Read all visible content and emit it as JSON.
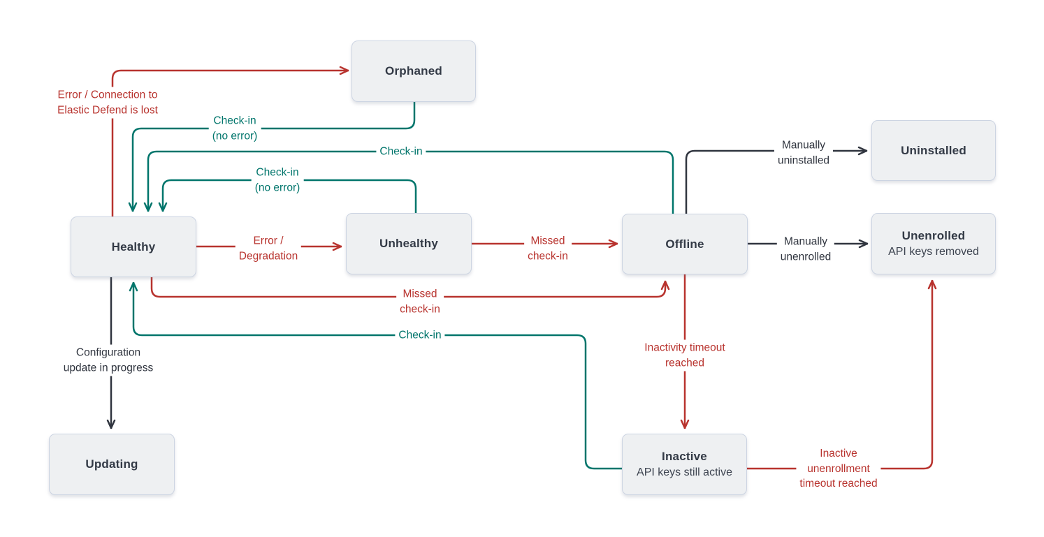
{
  "diagram_type": "state-diagram",
  "subject": "Elastic Agent status states",
  "colors": {
    "error": "#b8332e",
    "success": "#00756b",
    "neutral": "#30353f",
    "node_fill": "#eef0f2",
    "node_border": "#ccd4e2",
    "node_text": "#333a46",
    "node_subtext": "#3d4450",
    "background": "#ffffff"
  },
  "nodes": {
    "orphaned": {
      "label": "Orphaned"
    },
    "uninstalled": {
      "label": "Uninstalled"
    },
    "healthy": {
      "label": "Healthy"
    },
    "unhealthy": {
      "label": "Unhealthy"
    },
    "offline": {
      "label": "Offline"
    },
    "unenrolled": {
      "label": "Unenrolled",
      "sublabel": "API keys removed"
    },
    "updating": {
      "label": "Updating"
    },
    "inactive": {
      "label": "Inactive",
      "sublabel": "API keys still active"
    }
  },
  "edges": {
    "healthy_to_orphaned": {
      "from": "healthy",
      "to": "orphaned",
      "color": "error",
      "lines": [
        "Error / Connection to",
        "Elastic Defend is lost"
      ]
    },
    "orphaned_to_healthy": {
      "from": "orphaned",
      "to": "healthy",
      "color": "success",
      "lines": [
        "Check-in",
        "(no error)"
      ]
    },
    "offline_to_healthy": {
      "from": "offline",
      "to": "healthy",
      "color": "success",
      "lines": [
        "Check-in"
      ]
    },
    "unhealthy_to_healthy": {
      "from": "unhealthy",
      "to": "healthy",
      "color": "success",
      "lines": [
        "Check-in",
        "(no error)"
      ]
    },
    "healthy_to_unhealthy": {
      "from": "healthy",
      "to": "unhealthy",
      "color": "error",
      "lines": [
        "Error /",
        "Degradation"
      ]
    },
    "unhealthy_to_offline": {
      "from": "unhealthy",
      "to": "offline",
      "color": "error",
      "lines": [
        "Missed",
        "check-in"
      ]
    },
    "healthy_to_offline": {
      "from": "healthy",
      "to": "offline",
      "color": "error",
      "lines": [
        "Missed",
        "check-in"
      ]
    },
    "offline_to_uninstalled": {
      "from": "offline",
      "to": "uninstalled",
      "color": "neutral",
      "lines": [
        "Manually",
        "uninstalled"
      ]
    },
    "offline_to_unenrolled": {
      "from": "offline",
      "to": "unenrolled",
      "color": "neutral",
      "lines": [
        "Manually",
        "unenrolled"
      ]
    },
    "healthy_to_updating": {
      "from": "healthy",
      "to": "updating",
      "color": "neutral",
      "lines": [
        "Configuration",
        "update in progress"
      ]
    },
    "offline_to_inactive": {
      "from": "offline",
      "to": "inactive",
      "color": "error",
      "lines": [
        "Inactivity timeout",
        "reached"
      ]
    },
    "inactive_to_healthy": {
      "from": "inactive",
      "to": "healthy",
      "color": "success",
      "lines": [
        "Check-in"
      ]
    },
    "inactive_to_unenrolled": {
      "from": "inactive",
      "to": "unenrolled",
      "color": "error",
      "lines": [
        "Inactive",
        "unenrollment",
        "timeout reached"
      ]
    }
  }
}
